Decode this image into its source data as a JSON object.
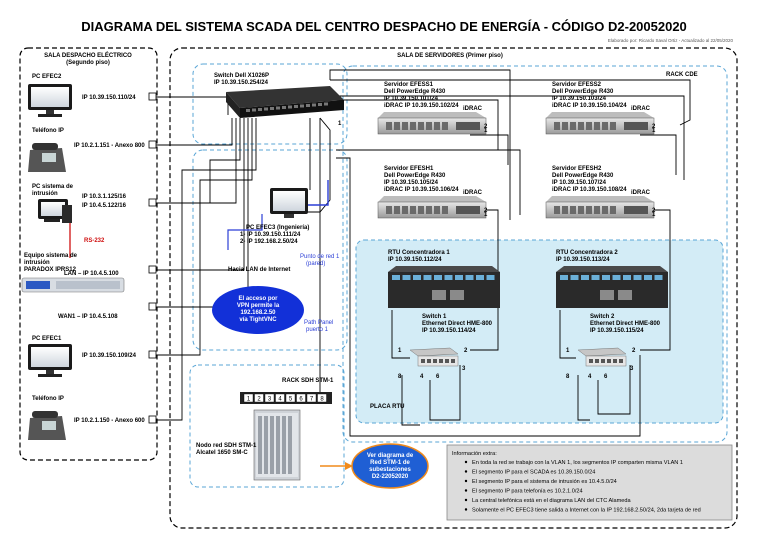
{
  "title": "DIAGRAMA DEL SISTEMA SCADA DEL CENTRO DESPACHO DE ENERGÍA - CÓDIGO D2-20052020",
  "author": "Elaborado por: Ricardo Saval Ortiz - Actualizado al 22/05/2020",
  "sala_despacho": {
    "title1": "SALA DESPACHO ELÉCTRICO",
    "title2": "(Segundo piso)"
  },
  "sala_servidores": {
    "title": "SALA DE SERVIDORES (Primer piso)"
  },
  "rack_cde": "RACK CDE",
  "placa_rtu": "PLACA RTU",
  "switch_main": {
    "name": "Switch Dell X1026P",
    "ip": "IP 10.39.150.254/24"
  },
  "devices": {
    "pc_efec2": {
      "name": "PC EFEC2",
      "ip": "IP 10.39.150.110/24"
    },
    "telefono1": {
      "name": "Teléfono IP",
      "ip": "IP 10.2.1.151 - Anexo 800"
    },
    "pc_intrusion": {
      "name1": "PC sistema de",
      "name2": "intrusión",
      "ip1": "IP 10.3.1.125/16",
      "ip2": "IP 10.4.5.122/16"
    },
    "rs232": "RS-232",
    "paradox": {
      "name1": "Equipo sistema de",
      "name2": "intrusión",
      "name3": "PARADOX IPRS12",
      "lan": "LAN – IP 10.4.5.100",
      "wan": "WAN1 – IP 10.4.5.108"
    },
    "pc_efec1": {
      "name": "PC EFEC1",
      "ip": "IP 10.39.150.109/24"
    },
    "telefono2": {
      "name": "Teléfono IP",
      "ip": "IP 10.2.1.150 - Anexo 600"
    },
    "pc_efec3": {
      "name": "PC EFEC3 (Ingeniería)",
      "ip1": "1- IP 10.39.150.111/24",
      "ip2": "2- IP 192.168.2.50/24",
      "internet": "Hacia LAN de Internet",
      "punto1": "Punto de red 1",
      "punto2": "(pared)"
    },
    "vpn": {
      "l1": "El acceso por",
      "l2": "VPN permite la",
      "l3": "192.168.2.50",
      "l4": "vía TightVNC"
    },
    "patch": {
      "l1": "Path Panel",
      "l2": "puerto 1"
    }
  },
  "servers": [
    {
      "name": "Servidor EFESS1",
      "model": "Dell PowerEdge R430",
      "ip": "IP 10.39.150.101/24",
      "idrac": "iDRAC IP 10.39.150.102/24"
    },
    {
      "name": "Servidor EFESS2",
      "model": "Dell PowerEdge R430",
      "ip": "IP 10.39.150.103/24",
      "idrac": "iDRAC IP 10.39.150.104/24"
    },
    {
      "name": "Servidor EFESH1",
      "model": "Dell PowerEdge R430",
      "ip": "IP 10.39.150.105/24",
      "idrac": "iDRAC IP 10.39.150.106/24"
    },
    {
      "name": "Servidor EFESH2",
      "model": "Dell PowerEdge R430",
      "ip": "IP 10.39.150.107/24",
      "idrac": "iDRAC IP 10.39.150.108/24"
    }
  ],
  "idrac_label": "iDRAC",
  "rtus": [
    {
      "name": "RTU Concentradora 1",
      "ip": "IP 10.39.150.112/24",
      "sw": "Switch 1",
      "swmodel": "Ethernet Direct HME-800",
      "swip": "IP 10.39.150.114/24"
    },
    {
      "name": "RTU Concentradora 2",
      "ip": "IP 10.39.150.113/24",
      "sw": "Switch 2",
      "swmodel": "Ethernet Direct HME-800",
      "swip": "IP 10.39.150.115/24"
    }
  ],
  "ports": {
    "p1": "1",
    "p2": "2",
    "p3": "3",
    "p4": "4",
    "p6": "6",
    "p8": "8"
  },
  "rack_sdh": "RACK SDH STM-1",
  "patch_ports": [
    "1",
    "2",
    "3",
    "4",
    "5",
    "6",
    "7",
    "8"
  ],
  "nodo": {
    "l1": "Nodo red SDH STM-1",
    "l2": "Alcatel 1650 SM-C"
  },
  "ver_diagrama": {
    "l1": "Ver diagrama de",
    "l2": "Red STM-1 de",
    "l3": "subestaciones",
    "l4": "D2-22052020"
  },
  "info": {
    "title": "Información extra:",
    "items": [
      "En toda la red se trabajo con la VLAN 1, los segmentos IP comparten misma VLAN 1",
      "El segmento IP para el SCADA es 10.39.150.0/24",
      "El segmento IP para el sistema de intrusión es 10.4.5.0/24",
      "El segmento IP para telefonía es 10.2.1.0/24",
      "La central telefónica está en el diagrama LAN del CTC Alameda",
      "Solamente el PC EFEC3 tiene salida a Internet con la IP 192.168.2.50/24, 2da tarjeta de red"
    ]
  },
  "colors": {
    "blue": "#2c3fd6",
    "dashed_blue": "#5aa6d6",
    "rtu_fill": "#d3ecf6",
    "ver_fill": "#1f5fd4",
    "ver_border": "#f08a1a",
    "vpn_fill": "#1230d8",
    "red": "#d01010"
  }
}
